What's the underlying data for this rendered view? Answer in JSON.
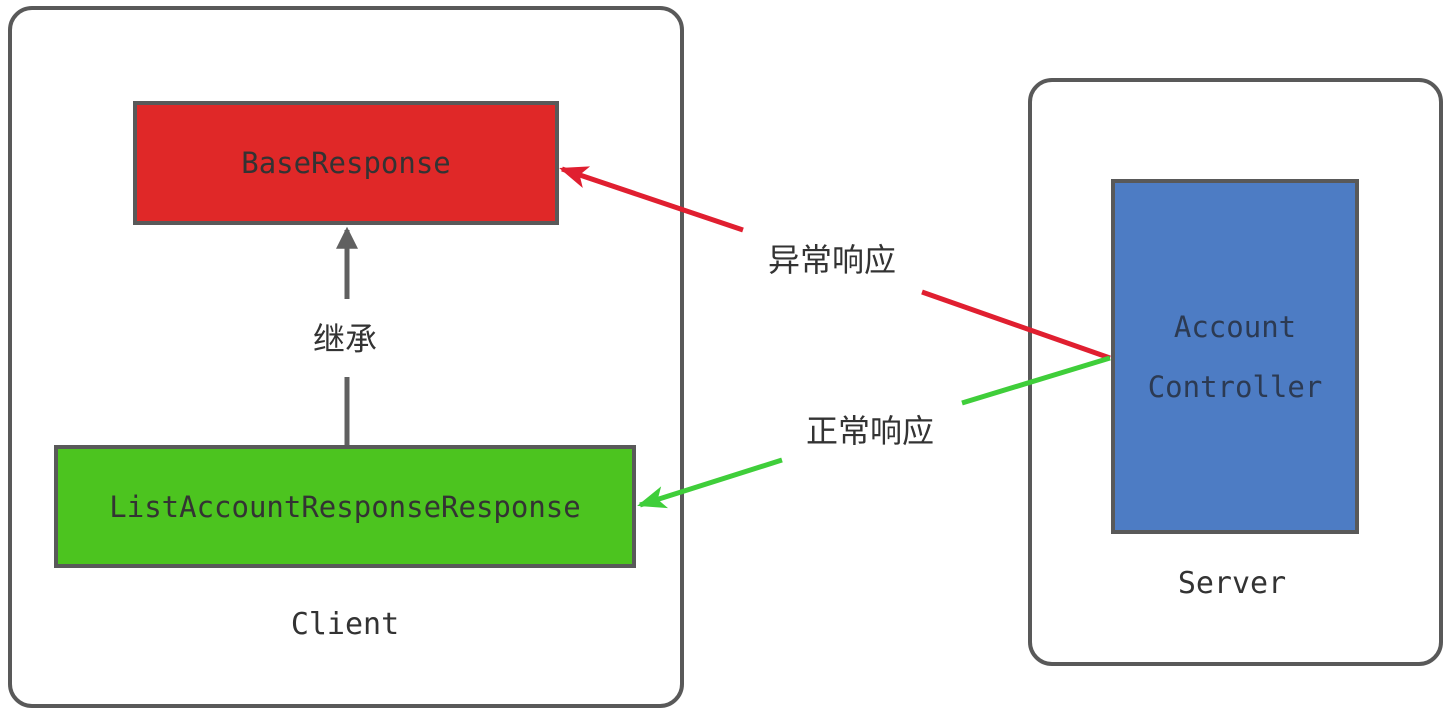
{
  "diagram": {
    "client": {
      "label": "Client",
      "base_box": {
        "label": "BaseResponse"
      },
      "list_box": {
        "label": "ListAccountResponseResponse"
      },
      "inherit_arrow_label": "继承"
    },
    "server": {
      "label": "Server",
      "controller_box": {
        "line1": "Account",
        "line2": "Controller"
      }
    },
    "arrows": {
      "error_response_label": "异常响应",
      "normal_response_label": "正常响应"
    },
    "colors": {
      "border_gray": "#595959",
      "box_red": "#e02828",
      "box_green": "#4cc41f",
      "box_blue": "#4d7cc4",
      "arrow_red": "#e01f30",
      "arrow_green": "#3fce3a",
      "arrow_gray": "#606060",
      "text_dark": "#333333",
      "blue_box_text": "#2c3a52"
    }
  }
}
